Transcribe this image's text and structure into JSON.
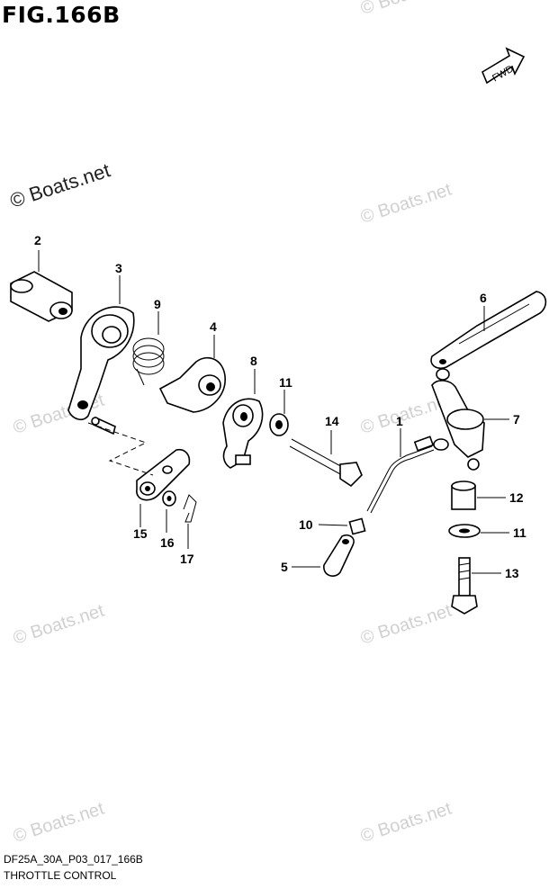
{
  "figure": {
    "title": "FIG.166B",
    "fwd_label": "FWD",
    "diagram_code": "DF25A_30A_P03_017_166B",
    "diagram_name": "THROTTLE CONTROL"
  },
  "watermark": {
    "main": "© Boats.net",
    "faint": "© Boats.net"
  },
  "callouts": [
    "2",
    "3",
    "9",
    "4",
    "8",
    "11",
    "14",
    "6",
    "1",
    "7",
    "12",
    "10",
    "11",
    "5",
    "13",
    "15",
    "16",
    "17"
  ]
}
